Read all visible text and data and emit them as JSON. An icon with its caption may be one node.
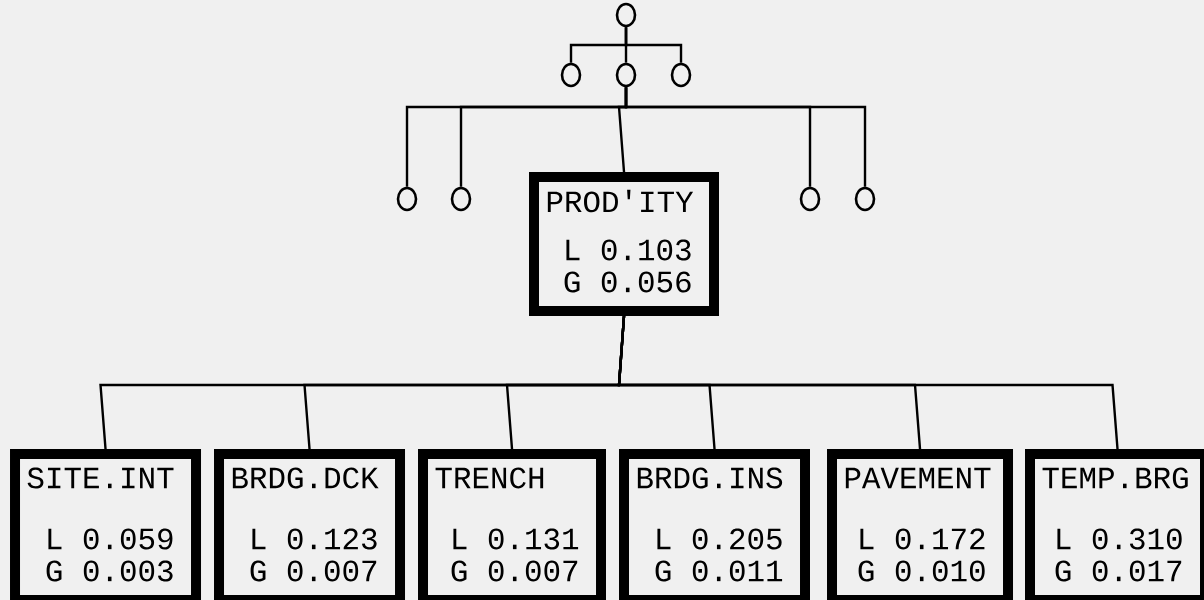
{
  "diagram": {
    "nodes": [
      {
        "text": [],
        "shape": "circle"
      },
      {
        "text": [],
        "shape": "circle"
      },
      {
        "text": [],
        "shape": "circle"
      },
      {
        "text": [],
        "shape": "circle"
      },
      {
        "text": [],
        "shape": "circle"
      },
      {
        "text": [],
        "shape": "circle"
      },
      {
        "text": [
          "PROD'ITY",
          "L 0.103",
          "G 0.056"
        ]
      },
      {
        "text": [],
        "shape": "circle"
      },
      {
        "text": [],
        "shape": "circle"
      },
      {
        "text": [
          "SITE.INT",
          "L 0.059",
          "G 0.003"
        ]
      },
      {
        "text": [
          "BRDG.DCK",
          "L 0.123",
          "G 0.007"
        ]
      },
      {
        "text": [
          "TRENCH",
          "L 0.131",
          "G 0.007"
        ]
      },
      {
        "text": [
          "BRDG.INS",
          "L 0.205",
          "G 0.011"
        ]
      },
      {
        "text": [
          "PAVEMENT",
          "L 0.172",
          "G 0.010"
        ]
      },
      {
        "text": [
          "TEMP.BRG",
          "L 0.310",
          "G 0.017"
        ]
      }
    ],
    "edges": [
      {
        "from": 0,
        "to": 1,
        "arrow": "none"
      },
      {
        "from": 0,
        "to": 2,
        "arrow": "none"
      },
      {
        "from": 0,
        "to": 3,
        "arrow": "none"
      },
      {
        "from": 2,
        "to": 4,
        "arrow": "none"
      },
      {
        "from": 2,
        "to": 5,
        "arrow": "none"
      },
      {
        "from": 2,
        "to": 6,
        "arrow": "none"
      },
      {
        "from": 2,
        "to": 7,
        "arrow": "none"
      },
      {
        "from": 2,
        "to": 8,
        "arrow": "none"
      },
      {
        "from": 6,
        "to": 9,
        "arrow": "none"
      },
      {
        "from": 6,
        "to": 10,
        "arrow": "none"
      },
      {
        "from": 6,
        "to": 11,
        "arrow": "none"
      },
      {
        "from": 6,
        "to": 12,
        "arrow": "none"
      },
      {
        "from": 6,
        "to": 13,
        "arrow": "none"
      },
      {
        "from": 6,
        "to": 14,
        "arrow": "none"
      }
    ]
  }
}
